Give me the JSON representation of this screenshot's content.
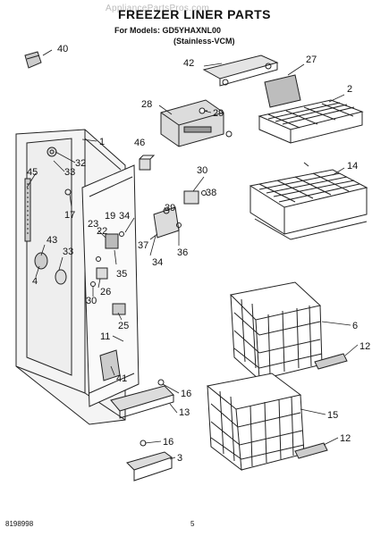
{
  "header": {
    "watermark": "AppliancePartsPros.com",
    "title": "FREEZER LINER PARTS",
    "models_line": "For Models: GD5YHAXNL00",
    "finish_line": "(Stainless-VCM)"
  },
  "callouts": [
    {
      "id": "c40",
      "text": "40"
    },
    {
      "id": "c42",
      "text": "42"
    },
    {
      "id": "c27",
      "text": "27"
    },
    {
      "id": "c2",
      "text": "2"
    },
    {
      "id": "c28",
      "text": "28"
    },
    {
      "id": "c29",
      "text": "29"
    },
    {
      "id": "c1",
      "text": "1"
    },
    {
      "id": "c46",
      "text": "46"
    },
    {
      "id": "c32",
      "text": "32"
    },
    {
      "id": "c45",
      "text": "45"
    },
    {
      "id": "c33a",
      "text": "33"
    },
    {
      "id": "c30a",
      "text": "30"
    },
    {
      "id": "c14",
      "text": "14"
    },
    {
      "id": "c38",
      "text": "38"
    },
    {
      "id": "c17",
      "text": "17"
    },
    {
      "id": "c39",
      "text": "39"
    },
    {
      "id": "c23",
      "text": "23"
    },
    {
      "id": "c19",
      "text": "19"
    },
    {
      "id": "c34a",
      "text": "34"
    },
    {
      "id": "c22",
      "text": "22"
    },
    {
      "id": "c43",
      "text": "43"
    },
    {
      "id": "c37",
      "text": "37"
    },
    {
      "id": "c36",
      "text": "36"
    },
    {
      "id": "c33b",
      "text": "33"
    },
    {
      "id": "c34b",
      "text": "34"
    },
    {
      "id": "c35",
      "text": "35"
    },
    {
      "id": "c4",
      "text": "4"
    },
    {
      "id": "c26",
      "text": "26"
    },
    {
      "id": "c30b",
      "text": "30"
    },
    {
      "id": "c6",
      "text": "6"
    },
    {
      "id": "c25",
      "text": "25"
    },
    {
      "id": "c12a",
      "text": "12"
    },
    {
      "id": "c11",
      "text": "11"
    },
    {
      "id": "c41",
      "text": "41"
    },
    {
      "id": "c16a",
      "text": "16"
    },
    {
      "id": "c13",
      "text": "13"
    },
    {
      "id": "c15",
      "text": "15"
    },
    {
      "id": "c12b",
      "text": "12"
    },
    {
      "id": "c16b",
      "text": "16"
    },
    {
      "id": "c3",
      "text": "3"
    }
  ],
  "footer": {
    "doc_number": "8198998",
    "page_number": "5"
  }
}
